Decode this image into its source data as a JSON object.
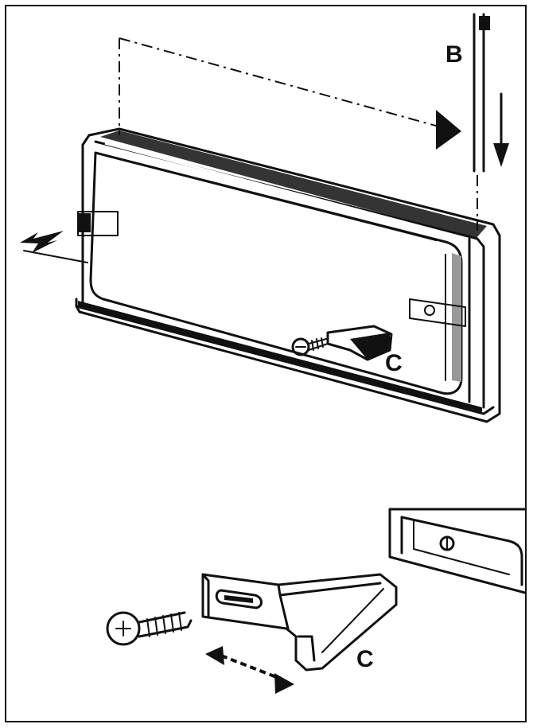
{
  "labels": {
    "top_right": "B",
    "door_latch": "C",
    "detail_latch": "C"
  },
  "colors": {
    "ink": "#111111",
    "paper": "#ffffff"
  },
  "icons": [
    "screw-icon",
    "double-arrow-icon",
    "down-arrow-icon",
    "right-arrow-icon",
    "lightning-icon"
  ]
}
